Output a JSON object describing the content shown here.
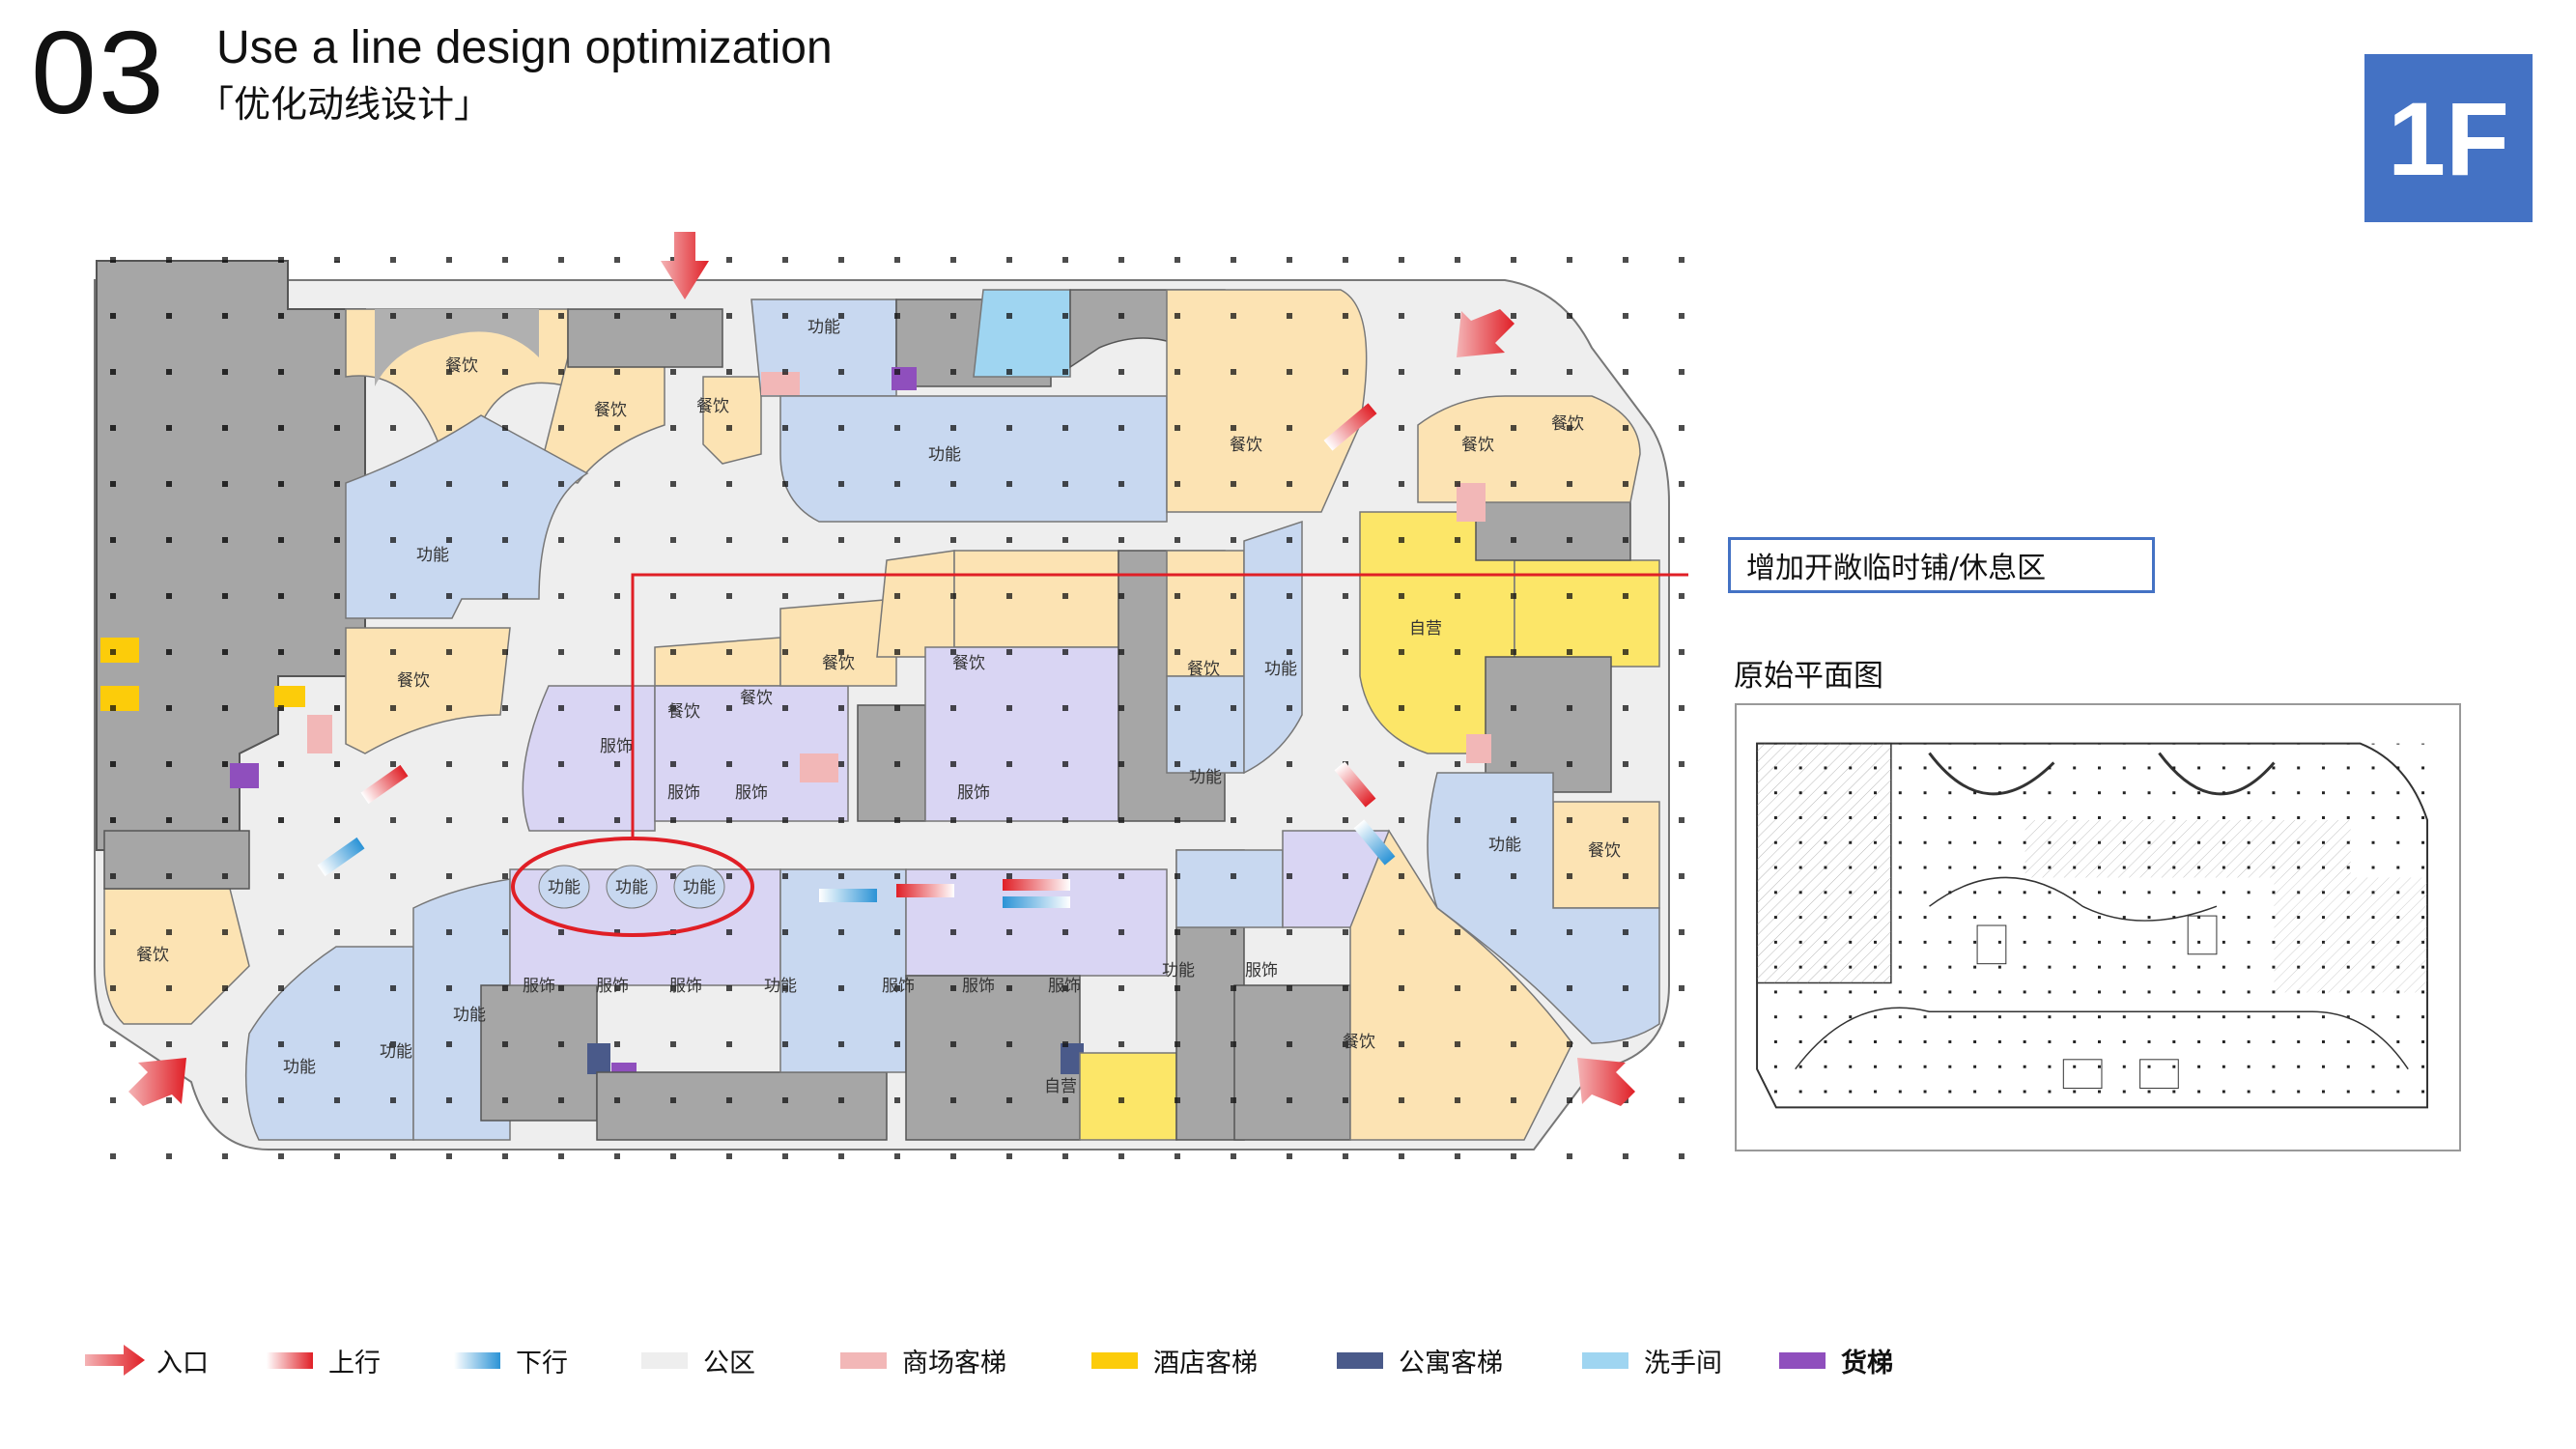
{
  "header": {
    "section_number": "03",
    "title_en": "Use a line design optimization",
    "title_cn": "「优化动线设计」",
    "floor": "1F"
  },
  "callout": {
    "text": "增加开敞临时铺/休息区",
    "color": "#4472c4",
    "annotation_color": "#e01f26"
  },
  "original_plan_label": "原始平面图",
  "plan_labels": {
    "dining": "餐饮",
    "function": "功能",
    "apparel": "服饰",
    "self_operated": "自营"
  },
  "colors": {
    "dining": "#fce3b3",
    "function": "#c8d8f0",
    "apparel": "#d9d5f3",
    "self_operated": "#fce668",
    "core": "#a6a6a6",
    "public": "#eeeeee",
    "mall_elevator": "#f2b7b7",
    "hotel_elevator": "#fccc0a",
    "apartment_elevator": "#4a5a8a",
    "washroom": "#9fd5f1",
    "freight": "#8f4fbd",
    "up": "#e01f26",
    "down": "#2b93d6"
  },
  "legend": [
    {
      "label": "入口",
      "icon": "entrance-arrow-icon"
    },
    {
      "label": "上行",
      "color": "#e01f26"
    },
    {
      "label": "下行",
      "color": "#2b93d6"
    },
    {
      "label": "公区",
      "color": "#eeeeee"
    },
    {
      "label": "商场客梯",
      "color": "#f2b7b7"
    },
    {
      "label": "酒店客梯",
      "color": "#fccc0a"
    },
    {
      "label": "公寓客梯",
      "color": "#4a5a8a"
    },
    {
      "label": "洗手间",
      "color": "#9fd5f1"
    },
    {
      "label": "货梯",
      "color": "#8f4fbd"
    }
  ]
}
